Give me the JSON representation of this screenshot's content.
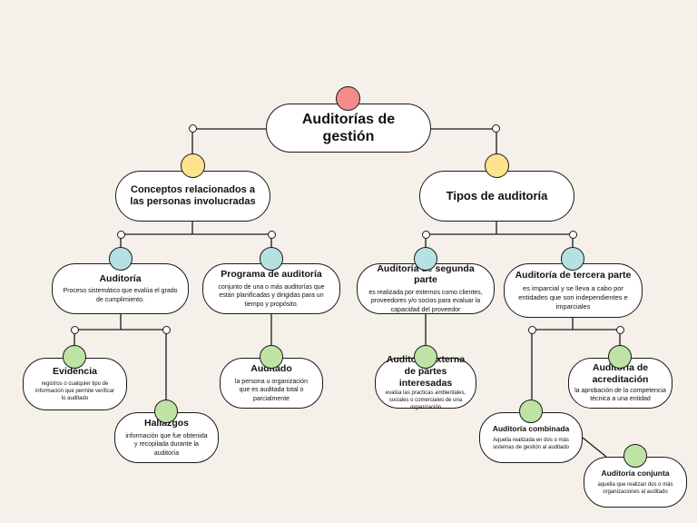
{
  "colors": {
    "background": "#f5f0ea",
    "root": "#f48c8c",
    "level1": "#fde48d",
    "level2": "#b6e1e3",
    "level3": "#bfe3a4"
  },
  "root": {
    "title": "Auditorías de gestión"
  },
  "concepts": {
    "title": "Conceptos relacionados a las personas involucradas",
    "auditoria": {
      "title": "Auditoría",
      "desc": "Proceso sistemático que evalúa el grado de cumplimiento."
    },
    "programa": {
      "title": "Programa de auditoría",
      "desc": "conjunto de una o más auditorías que están planificadas y dirigidas para un tiempo y propósito."
    },
    "evidencia": {
      "title": "Evidencia",
      "desc": "registros o cualquier tipo de información que permite verificar lo auditado"
    },
    "hallazgos": {
      "title": "Hallazgos",
      "desc": "información que fue obtenida y recopilada durante la auditoría"
    },
    "auditado": {
      "title": "Auditado",
      "desc": "la persona u organización que es auditada total o parcialmente"
    }
  },
  "tipos": {
    "title": "Tipos de auditoría",
    "segunda": {
      "title": "Auditoría de segunda parte",
      "desc": "es realizada por externos como clientes, proveedores y/o socios para evaluar la capacidad del proveedor"
    },
    "tercera": {
      "title": "Auditoría de tercera parte",
      "desc": "es imparcial y se lleva a cabo por entidades que son independientes e imparciales"
    },
    "externa": {
      "title": "Auditoría externa de partes interesadas",
      "desc": "evalúa las practicas ambientales, sociales o comerciales de una organización"
    },
    "acreditacion": {
      "title": "Auditoría de acreditación",
      "desc": "la aprobación de la competencia técnica a una entidad"
    },
    "combinada": {
      "title": "Auditoría combinada",
      "desc": "Aquella realizada en dos o más sistemas de gestión al auditado"
    },
    "conjunta": {
      "title": "Auditoría conjunta",
      "desc": "aquella que realizan dos o más organizaciones al auditado"
    }
  }
}
